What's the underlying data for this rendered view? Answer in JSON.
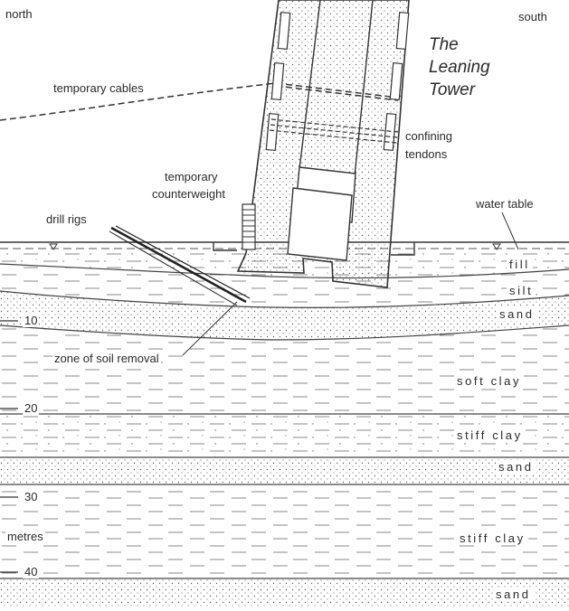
{
  "compass": {
    "north": "north",
    "south": "south"
  },
  "title": {
    "line1": "The",
    "line2": "Leaning",
    "line3": "Tower"
  },
  "labels": {
    "temporary_cables": "temporary cables",
    "confining_tendons_1": "confining",
    "confining_tendons_2": "tendons",
    "counterweight_1": "temporary",
    "counterweight_2": "counterweight",
    "water_table": "water table",
    "drill_rigs": "drill rigs",
    "zone_of_soil_removal": "zone of soil removal"
  },
  "layers": [
    "fill",
    "silt",
    "sand",
    "soft clay",
    "stiff clay",
    "sand",
    "stiff clay",
    "sand"
  ],
  "depth_axis": {
    "ticks": [
      "10",
      "20",
      "30",
      "40"
    ],
    "unit": "metres"
  },
  "colors": {
    "ink": "#2a2a2a",
    "paper": "#ffffff",
    "lines": "#444444"
  }
}
